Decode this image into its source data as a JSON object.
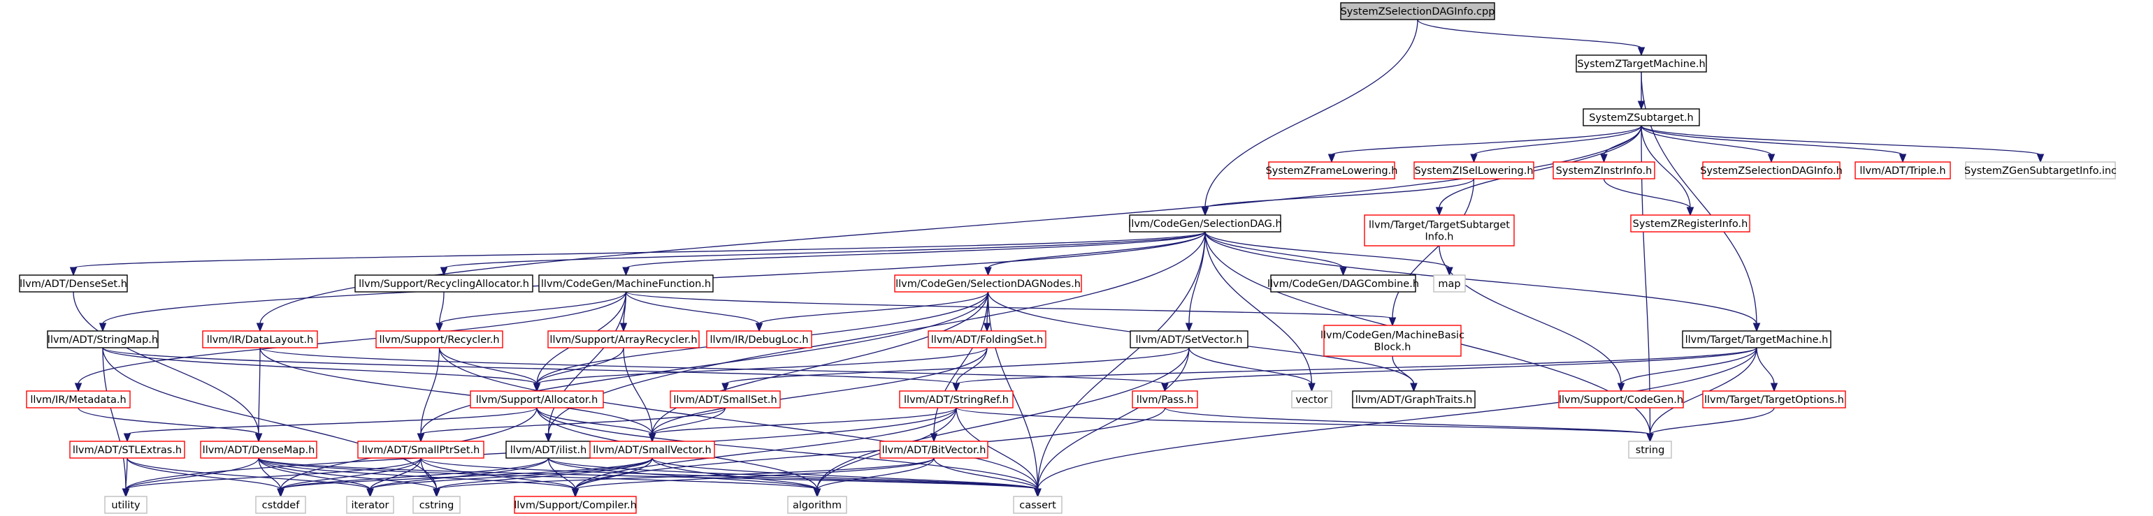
{
  "colors": {
    "edge": "#191970",
    "text": "#000000",
    "root_fill": "#bfbfbf",
    "border_documented": "#000000",
    "border_undocumented": "#ff0000",
    "border_external": "#bfbfbf"
  },
  "nodes": [
    {
      "id": "root",
      "lines": [
        "SystemZSelectionDAGInfo.cpp"
      ],
      "style": "root"
    },
    {
      "id": "ztm",
      "lines": [
        "SystemZTargetMachine.h"
      ],
      "style": "doc"
    },
    {
      "id": "zst",
      "lines": [
        "SystemZSubtarget.h"
      ],
      "style": "doc"
    },
    {
      "id": "zfl",
      "lines": [
        "SystemZFrameLowering.h"
      ],
      "style": "red"
    },
    {
      "id": "zisl",
      "lines": [
        "SystemZISelLowering.h"
      ],
      "style": "red"
    },
    {
      "id": "zii",
      "lines": [
        "SystemZInstrInfo.h"
      ],
      "style": "red"
    },
    {
      "id": "zsdi",
      "lines": [
        "SystemZSelectionDAGInfo.h"
      ],
      "style": "red"
    },
    {
      "id": "triple",
      "lines": [
        "llvm/ADT/Triple.h"
      ],
      "style": "red"
    },
    {
      "id": "zgsi",
      "lines": [
        "SystemZGenSubtargetInfo.inc"
      ],
      "style": "ext"
    },
    {
      "id": "ttsi",
      "lines": [
        "llvm/Target/TargetSubtarget",
        "Info.h"
      ],
      "style": "red"
    },
    {
      "id": "zri",
      "lines": [
        "SystemZRegisterInfo.h"
      ],
      "style": "red"
    },
    {
      "id": "sdag",
      "lines": [
        "llvm/CodeGen/SelectionDAG.h"
      ],
      "style": "doc"
    },
    {
      "id": "denseset",
      "lines": [
        "llvm/ADT/DenseSet.h"
      ],
      "style": "doc"
    },
    {
      "id": "recalloc",
      "lines": [
        "llvm/Support/RecyclingAllocator.h"
      ],
      "style": "doc"
    },
    {
      "id": "mf",
      "lines": [
        "llvm/CodeGen/MachineFunction.h"
      ],
      "style": "doc"
    },
    {
      "id": "sdnodes",
      "lines": [
        "llvm/CodeGen/SelectionDAGNodes.h"
      ],
      "style": "red"
    },
    {
      "id": "dagcombine",
      "lines": [
        "llvm/CodeGen/DAGCombine.h"
      ],
      "style": "doc"
    },
    {
      "id": "map",
      "lines": [
        "map"
      ],
      "style": "ext"
    },
    {
      "id": "strmap",
      "lines": [
        "llvm/ADT/StringMap.h"
      ],
      "style": "doc"
    },
    {
      "id": "datalayout",
      "lines": [
        "llvm/IR/DataLayout.h"
      ],
      "style": "red"
    },
    {
      "id": "recycler",
      "lines": [
        "llvm/Support/Recycler.h"
      ],
      "style": "red"
    },
    {
      "id": "arrrec",
      "lines": [
        "llvm/Support/ArrayRecycler.h"
      ],
      "style": "red"
    },
    {
      "id": "debugloc",
      "lines": [
        "llvm/IR/DebugLoc.h"
      ],
      "style": "red"
    },
    {
      "id": "foldset",
      "lines": [
        "llvm/ADT/FoldingSet.h"
      ],
      "style": "red"
    },
    {
      "id": "setvec",
      "lines": [
        "llvm/ADT/SetVector.h"
      ],
      "style": "doc"
    },
    {
      "id": "mbb",
      "lines": [
        "llvm/CodeGen/MachineBasic",
        "Block.h"
      ],
      "style": "red"
    },
    {
      "id": "ttm",
      "lines": [
        "llvm/Target/TargetMachine.h"
      ],
      "style": "doc"
    },
    {
      "id": "metadata",
      "lines": [
        "llvm/IR/Metadata.h"
      ],
      "style": "red"
    },
    {
      "id": "allocator",
      "lines": [
        "llvm/Support/Allocator.h"
      ],
      "style": "red"
    },
    {
      "id": "smallset",
      "lines": [
        "llvm/ADT/SmallSet.h"
      ],
      "style": "red"
    },
    {
      "id": "strref",
      "lines": [
        "llvm/ADT/StringRef.h"
      ],
      "style": "red"
    },
    {
      "id": "pass",
      "lines": [
        "llvm/Pass.h"
      ],
      "style": "red"
    },
    {
      "id": "vector",
      "lines": [
        "vector"
      ],
      "style": "ext"
    },
    {
      "id": "graphtraits",
      "lines": [
        "llvm/ADT/GraphTraits.h"
      ],
      "style": "doc"
    },
    {
      "id": "codegen",
      "lines": [
        "llvm/Support/CodeGen.h"
      ],
      "style": "red"
    },
    {
      "id": "topts",
      "lines": [
        "llvm/Target/TargetOptions.h"
      ],
      "style": "red"
    },
    {
      "id": "stlextras",
      "lines": [
        "llvm/ADT/STLExtras.h"
      ],
      "style": "red"
    },
    {
      "id": "densemap",
      "lines": [
        "llvm/ADT/DenseMap.h"
      ],
      "style": "red"
    },
    {
      "id": "smallptrset",
      "lines": [
        "llvm/ADT/SmallPtrSet.h"
      ],
      "style": "red"
    },
    {
      "id": "ilist",
      "lines": [
        "llvm/ADT/ilist.h"
      ],
      "style": "doc"
    },
    {
      "id": "smallvec",
      "lines": [
        "llvm/ADT/SmallVector.h"
      ],
      "style": "red"
    },
    {
      "id": "bitvec",
      "lines": [
        "llvm/ADT/BitVector.h"
      ],
      "style": "red"
    },
    {
      "id": "string",
      "lines": [
        "string"
      ],
      "style": "ext"
    },
    {
      "id": "utility",
      "lines": [
        "utility"
      ],
      "style": "ext"
    },
    {
      "id": "cstddef",
      "lines": [
        "cstddef"
      ],
      "style": "ext"
    },
    {
      "id": "iterator",
      "lines": [
        "iterator"
      ],
      "style": "ext"
    },
    {
      "id": "cstring",
      "lines": [
        "cstring"
      ],
      "style": "ext"
    },
    {
      "id": "compiler",
      "lines": [
        "llvm/Support/Compiler.h"
      ],
      "style": "red"
    },
    {
      "id": "algorithm",
      "lines": [
        "algorithm"
      ],
      "style": "ext"
    },
    {
      "id": "cassert",
      "lines": [
        "cassert"
      ],
      "style": "ext"
    }
  ],
  "edges": [
    [
      "root",
      "ztm"
    ],
    [
      "root",
      "sdag"
    ],
    [
      "ztm",
      "zst"
    ],
    [
      "ztm",
      "ttm"
    ],
    [
      "zst",
      "zfl"
    ],
    [
      "zst",
      "zisl"
    ],
    [
      "zst",
      "zii"
    ],
    [
      "zst",
      "zsdi"
    ],
    [
      "zst",
      "triple"
    ],
    [
      "zst",
      "zgsi"
    ],
    [
      "zst",
      "ttsi"
    ],
    [
      "zst",
      "zri"
    ],
    [
      "zst",
      "datalayout"
    ],
    [
      "zst",
      "string"
    ],
    [
      "zii",
      "zri"
    ],
    [
      "zisl",
      "sdag"
    ],
    [
      "zisl",
      "mbb"
    ],
    [
      "ttsi",
      "codegen"
    ],
    [
      "sdag",
      "denseset"
    ],
    [
      "sdag",
      "recalloc"
    ],
    [
      "sdag",
      "mf"
    ],
    [
      "sdag",
      "sdnodes"
    ],
    [
      "sdag",
      "dagcombine"
    ],
    [
      "sdag",
      "map"
    ],
    [
      "sdag",
      "strmap"
    ],
    [
      "sdag",
      "setvec"
    ],
    [
      "sdag",
      "ttm"
    ],
    [
      "sdag",
      "vector"
    ],
    [
      "sdag",
      "cassert"
    ],
    [
      "sdag",
      "string"
    ],
    [
      "sdag",
      "ilist"
    ],
    [
      "denseset",
      "densemap"
    ],
    [
      "recalloc",
      "recycler"
    ],
    [
      "mf",
      "recycler"
    ],
    [
      "mf",
      "arrrec"
    ],
    [
      "mf",
      "debugloc"
    ],
    [
      "mf",
      "mbb"
    ],
    [
      "mf",
      "allocator"
    ],
    [
      "mf",
      "metadata"
    ],
    [
      "mf",
      "ilist"
    ],
    [
      "sdnodes",
      "foldset"
    ],
    [
      "sdnodes",
      "debugloc"
    ],
    [
      "sdnodes",
      "graphtraits"
    ],
    [
      "sdnodes",
      "allocator"
    ],
    [
      "sdnodes",
      "bitvec"
    ],
    [
      "sdnodes",
      "cassert"
    ],
    [
      "sdnodes",
      "smallptrset"
    ],
    [
      "sdnodes",
      "smallvec"
    ],
    [
      "strmap",
      "allocator"
    ],
    [
      "strmap",
      "strref"
    ],
    [
      "strmap",
      "utility"
    ],
    [
      "strmap",
      "cstring"
    ],
    [
      "datalayout",
      "densemap"
    ],
    [
      "datalayout",
      "smallvec"
    ],
    [
      "datalayout",
      "pass"
    ],
    [
      "recycler",
      "allocator"
    ],
    [
      "recycler",
      "smallptrset"
    ],
    [
      "recycler",
      "cassert"
    ],
    [
      "arrrec",
      "allocator"
    ],
    [
      "arrrec",
      "smallvec"
    ],
    [
      "foldset",
      "strref"
    ],
    [
      "foldset",
      "smallvec"
    ],
    [
      "foldset",
      "allocator"
    ],
    [
      "setvec",
      "smallset"
    ],
    [
      "setvec",
      "vector"
    ],
    [
      "setvec",
      "cassert"
    ],
    [
      "setvec",
      "algorithm"
    ],
    [
      "mbb",
      "graphtraits"
    ],
    [
      "ttm",
      "pass"
    ],
    [
      "ttm",
      "codegen"
    ],
    [
      "ttm",
      "topts"
    ],
    [
      "ttm",
      "strref"
    ],
    [
      "ttm",
      "string"
    ],
    [
      "ttm",
      "cassert"
    ],
    [
      "allocator",
      "smallvec"
    ],
    [
      "allocator",
      "cassert"
    ],
    [
      "allocator",
      "stlextras"
    ],
    [
      "allocator",
      "cstddef"
    ],
    [
      "allocator",
      "algorithm"
    ],
    [
      "smallset",
      "smallptrset"
    ],
    [
      "smallset",
      "smallvec"
    ],
    [
      "strref",
      "string"
    ],
    [
      "strref",
      "smallvec"
    ],
    [
      "strref",
      "compiler"
    ],
    [
      "strref",
      "algorithm"
    ],
    [
      "strref",
      "cassert"
    ],
    [
      "strref",
      "utility"
    ],
    [
      "pass",
      "string"
    ],
    [
      "pass",
      "compiler"
    ],
    [
      "topts",
      "string"
    ],
    [
      "metadata",
      "densemap"
    ],
    [
      "stlextras",
      "utility"
    ],
    [
      "stlextras",
      "cstddef"
    ],
    [
      "stlextras",
      "iterator"
    ],
    [
      "densemap",
      "utility"
    ],
    [
      "densemap",
      "cstddef"
    ],
    [
      "densemap",
      "iterator"
    ],
    [
      "densemap",
      "compiler"
    ],
    [
      "densemap",
      "algorithm"
    ],
    [
      "densemap",
      "cassert"
    ],
    [
      "densemap",
      "cstring"
    ],
    [
      "smallptrset",
      "cstddef"
    ],
    [
      "smallptrset",
      "iterator"
    ],
    [
      "smallptrset",
      "cstring"
    ],
    [
      "smallptrset",
      "compiler"
    ],
    [
      "smallptrset",
      "cassert"
    ],
    [
      "smallptrset",
      "utility"
    ],
    [
      "ilist",
      "iterator"
    ],
    [
      "ilist",
      "compiler"
    ],
    [
      "ilist",
      "cassert"
    ],
    [
      "ilist",
      "algorithm"
    ],
    [
      "ilist",
      "cstddef"
    ],
    [
      "smallvec",
      "compiler"
    ],
    [
      "smallvec",
      "algorithm"
    ],
    [
      "smallvec",
      "cassert"
    ],
    [
      "smallvec",
      "cstddef"
    ],
    [
      "smallvec",
      "iterator"
    ],
    [
      "smallvec",
      "cstring"
    ],
    [
      "bitvec",
      "compiler"
    ],
    [
      "bitvec",
      "algorithm"
    ],
    [
      "bitvec",
      "cassert"
    ],
    [
      "bitvec",
      "cstring"
    ]
  ]
}
